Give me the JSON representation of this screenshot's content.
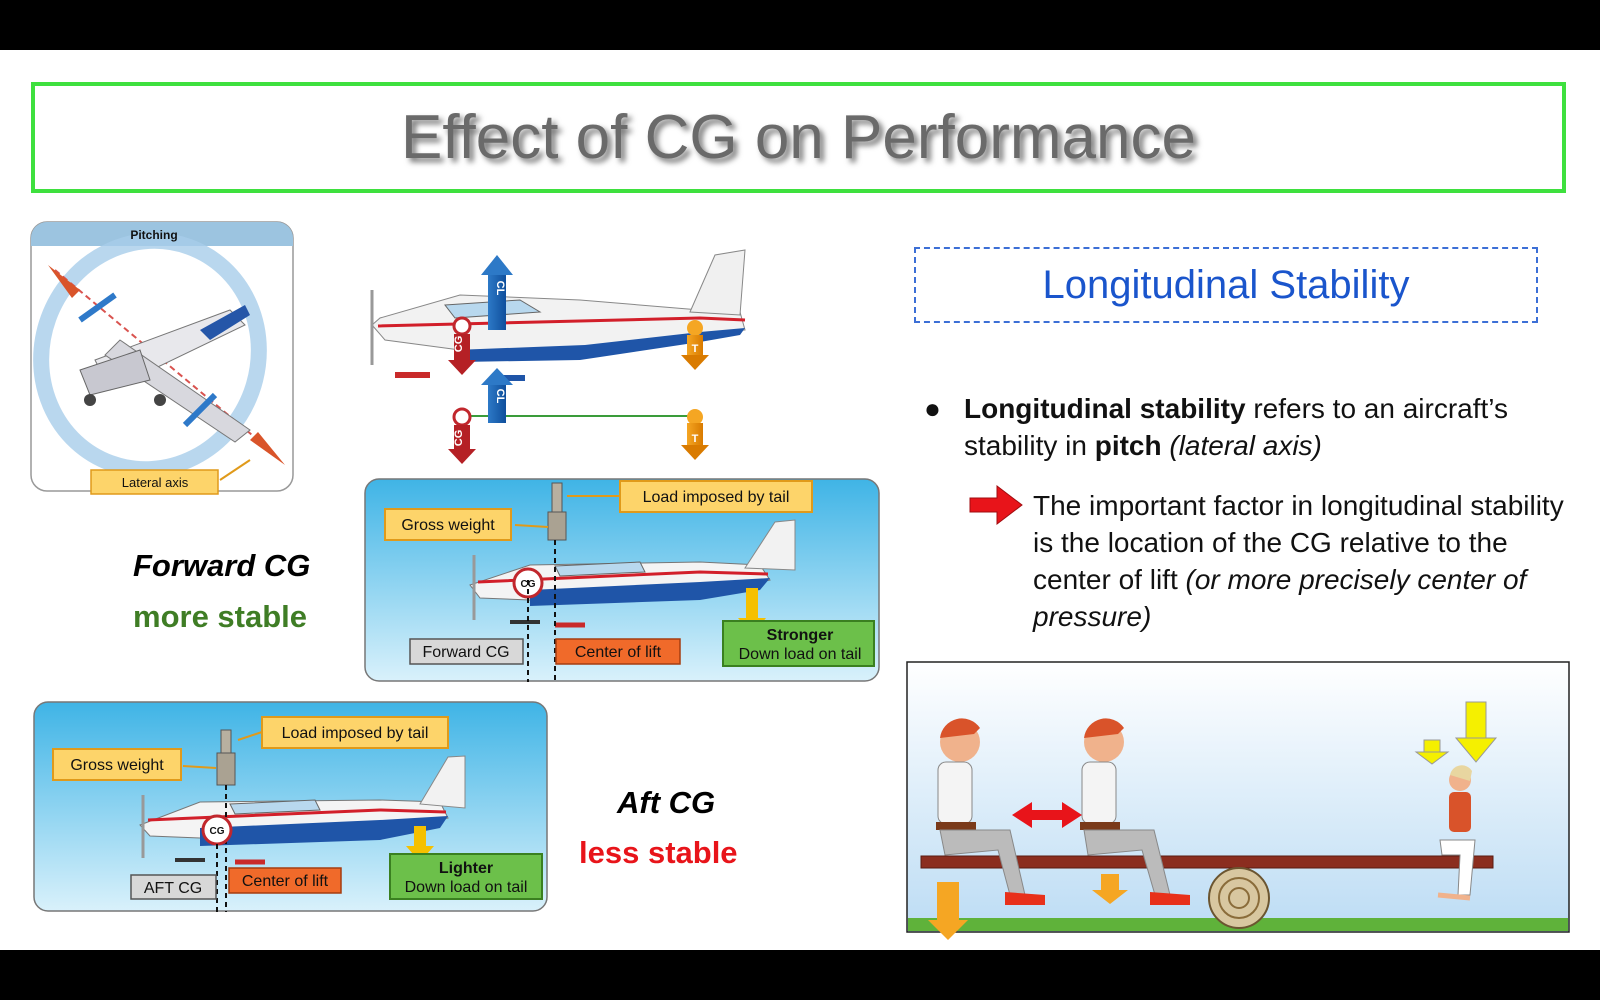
{
  "title": "Effect of CG on Performance",
  "pitching": {
    "heading": "Pitching",
    "axis_label": "Lateral axis"
  },
  "forces": {
    "cl": "CL",
    "cg": "CG",
    "t": "T"
  },
  "forward_panel": {
    "load_tail": "Load imposed by tail",
    "gross_weight": "Gross weight",
    "cg_label": "Forward CG",
    "center_of_lift": "Center of lift",
    "down_load_strength": "Stronger",
    "down_load": "Down load on tail",
    "cg_badge": "CG"
  },
  "aft_panel": {
    "load_tail": "Load imposed by tail",
    "gross_weight": "Gross weight",
    "cg_label": "AFT CG",
    "center_of_lift": "Center of lift",
    "down_load_strength": "Lighter",
    "down_load": "Down load on tail",
    "cg_badge": "CG"
  },
  "forward_caption": {
    "line1": "Forward CG",
    "line2": "more stable"
  },
  "aft_caption": {
    "line1": "Aft CG",
    "line2": "less stable"
  },
  "section_title": "Longitudinal Stability",
  "bullet": {
    "bold1": "Longitudinal stability",
    "text1": " refers to an aircraft’s stability in ",
    "bold2": "pitch",
    "italic1": " (lateral axis)"
  },
  "sub_bullet": {
    "text": "The important factor in longitudinal stability is the location of the CG relative to the center of lift ",
    "italic": "(or more precisely center of pressure)"
  },
  "colors": {
    "accent_green": "#3ee03e",
    "blue": "#1a55cc",
    "stable_green": "#3f7d25",
    "less_stable_red": "#e8141a"
  }
}
